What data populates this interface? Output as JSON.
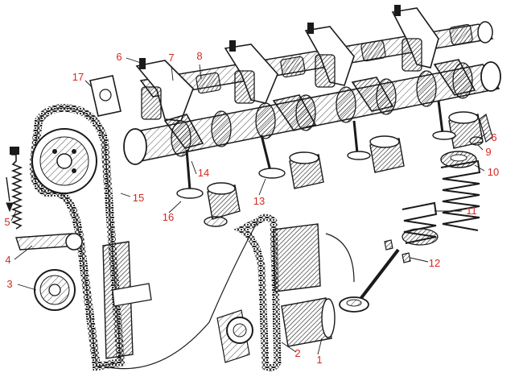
{
  "figure": {
    "callout_color": "#d42a1f",
    "ink_color": "#1a1a1a",
    "callouts": [
      {
        "id": "c1",
        "text": "1"
      },
      {
        "id": "c2",
        "text": "2"
      },
      {
        "id": "c3",
        "text": "3"
      },
      {
        "id": "c4",
        "text": "4"
      },
      {
        "id": "c5",
        "text": "5"
      },
      {
        "id": "c6a",
        "text": "6"
      },
      {
        "id": "c6b",
        "text": "6"
      },
      {
        "id": "c7",
        "text": "7"
      },
      {
        "id": "c8",
        "text": "8"
      },
      {
        "id": "c9",
        "text": "9"
      },
      {
        "id": "c10",
        "text": "10"
      },
      {
        "id": "c11",
        "text": "11"
      },
      {
        "id": "c12",
        "text": "12"
      },
      {
        "id": "c13",
        "text": "13"
      },
      {
        "id": "c14",
        "text": "14"
      },
      {
        "id": "c15",
        "text": "15"
      },
      {
        "id": "c16",
        "text": "16"
      },
      {
        "id": "c17",
        "text": "17"
      }
    ]
  }
}
